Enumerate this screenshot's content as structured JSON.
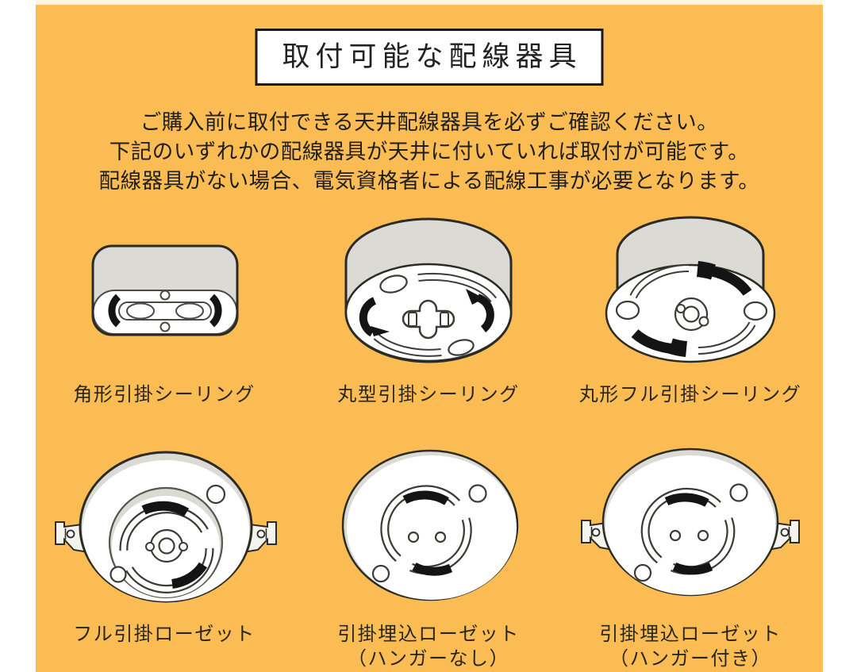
{
  "colors": {
    "background": "#FBBC53",
    "frame": "#FFFFFF",
    "fixture_gray": "#DBDAD4",
    "outline": "#2B2B26",
    "text": "#222222"
  },
  "title": "取付可能な配線器具",
  "description": {
    "line1": "ご購入前に取付できる天井配線器具を必ずご確認ください。",
    "line2": "下記のいずれかの配線器具が天井に付いていれば取付が可能です。",
    "line3": "配線器具がない場合、電気資格者による配線工事が必要となります。"
  },
  "fixtures": [
    {
      "name": "square-hikake-ceiling",
      "label": "角形引掛シーリング"
    },
    {
      "name": "round-hikake-ceiling",
      "label": "丸型引掛シーリング"
    },
    {
      "name": "round-full-hikake-ceiling",
      "label": "丸形フル引掛シーリング"
    },
    {
      "name": "full-hikake-rosette",
      "label": "フル引掛ローゼット"
    },
    {
      "name": "hikake-embedded-rosette-no-hanger",
      "label": "引掛埋込ローゼット",
      "label2": "（ハンガーなし）"
    },
    {
      "name": "hikake-embedded-rosette-with-hanger",
      "label": "引掛埋込ローゼット",
      "label2": "（ハンガー付き）"
    }
  ]
}
